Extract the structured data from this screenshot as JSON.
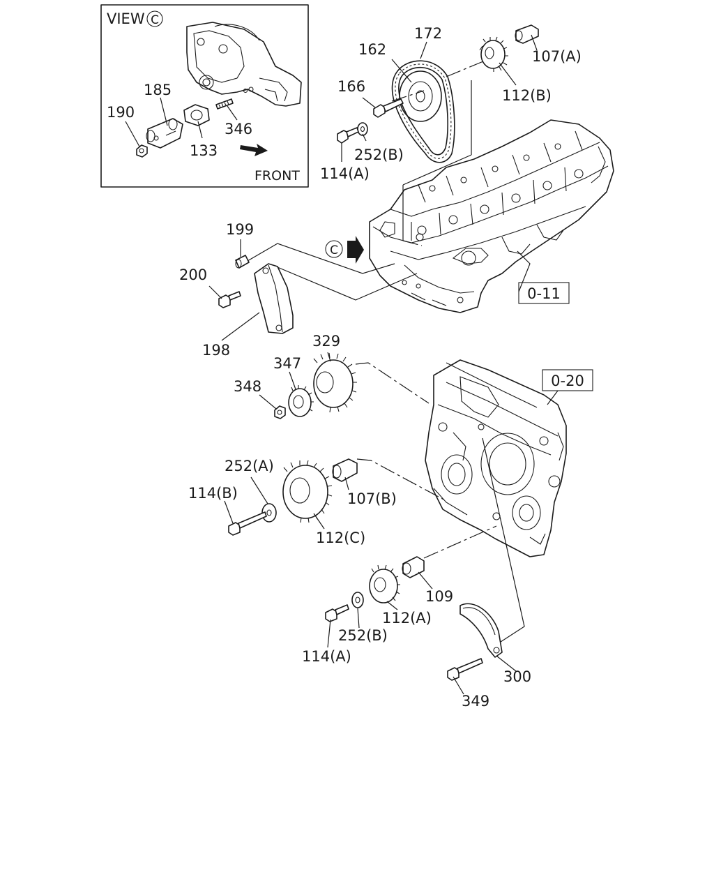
{
  "view_box": {
    "title": "VIEW",
    "marker": "C",
    "direction": "FRONT"
  },
  "view_marker": "C",
  "references": [
    {
      "id": "ref-0-11",
      "text": "0-11"
    },
    {
      "id": "ref-0-20",
      "text": "0-20"
    }
  ],
  "callouts": {
    "p190": "190",
    "p185": "185",
    "p133": "133",
    "p346": "346",
    "p162": "162",
    "p172": "172",
    "p166": "166",
    "p107a": "107(A)",
    "p112b": "112(B)",
    "p252b_top": "252(B)",
    "p114a_top": "114(A)",
    "p199": "199",
    "p200": "200",
    "p198": "198",
    "p329": "329",
    "p347": "347",
    "p348": "348",
    "p252a": "252(A)",
    "p114b": "114(B)",
    "p107b": "107(B)",
    "p112c": "112(C)",
    "p109": "109",
    "p112a": "112(A)",
    "p252b_bot": "252(B)",
    "p114a_bot": "114(A)",
    "p300": "300",
    "p349": "349"
  }
}
